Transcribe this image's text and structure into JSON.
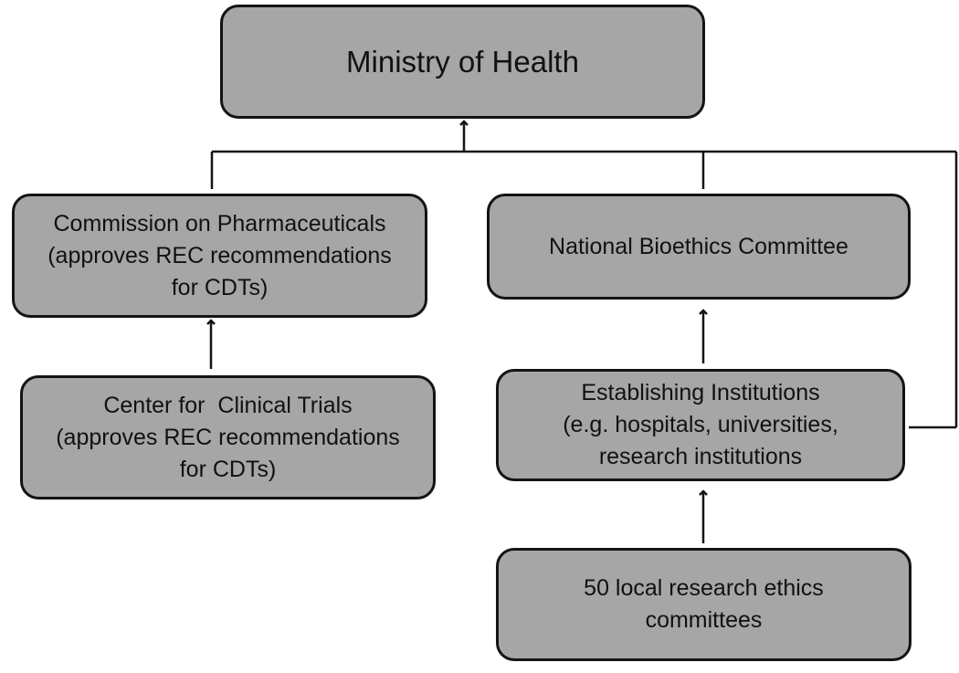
{
  "diagram": {
    "ministry": {
      "lines": [
        "Ministry of Health"
      ]
    },
    "commission": {
      "lines": [
        "Commission on Pharmaceuticals",
        "(approves REC recommendations",
        "for CDTs)"
      ]
    },
    "center": {
      "lines": [
        "Center for  Clinical Trials",
        "(approves REC recommendations",
        "for CDTs)"
      ]
    },
    "bioethics": {
      "lines": [
        "National Bioethics Committee"
      ]
    },
    "establishing": {
      "lines": [
        "Establishing Institutions",
        "(e.g. hospitals, universities,",
        "research institutions"
      ]
    },
    "local": {
      "lines": [
        "50 local research ethics",
        "committees"
      ]
    }
  },
  "colors": {
    "box_fill": "#a6a6a6",
    "box_border": "#141414",
    "connector": "#141414"
  }
}
